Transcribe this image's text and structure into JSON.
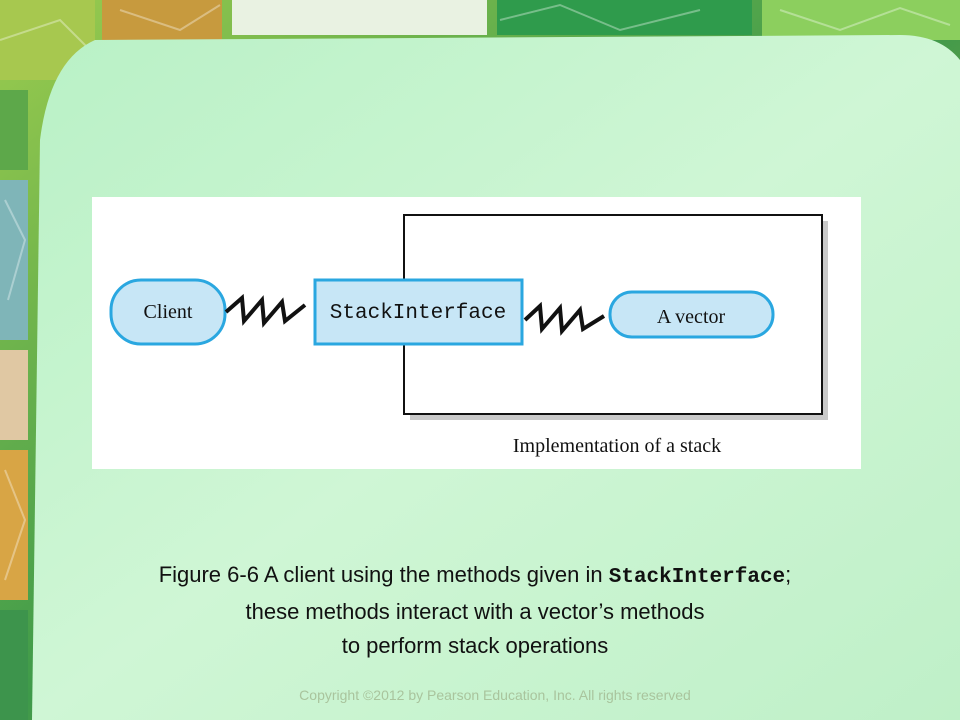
{
  "diagram": {
    "client_label": "Client",
    "interface_label": "StackInterface",
    "vector_label": "A vector",
    "implementation_label": "Implementation of a stack"
  },
  "caption": {
    "prefix": "Figure 6-6 A client using the methods given in ",
    "code": "StackInterface",
    "suffix": ";",
    "line2": "these methods interact with a vector’s methods",
    "line3": "to perform stack operations"
  },
  "footer": {
    "copyright": "Copyright ©2012 by Pearson Education, Inc. All rights reserved"
  },
  "colors": {
    "accent_blue": "#2aa7e0",
    "light_blue_fill": "#c7e6f6",
    "slide_green": "#c9f5d0"
  }
}
